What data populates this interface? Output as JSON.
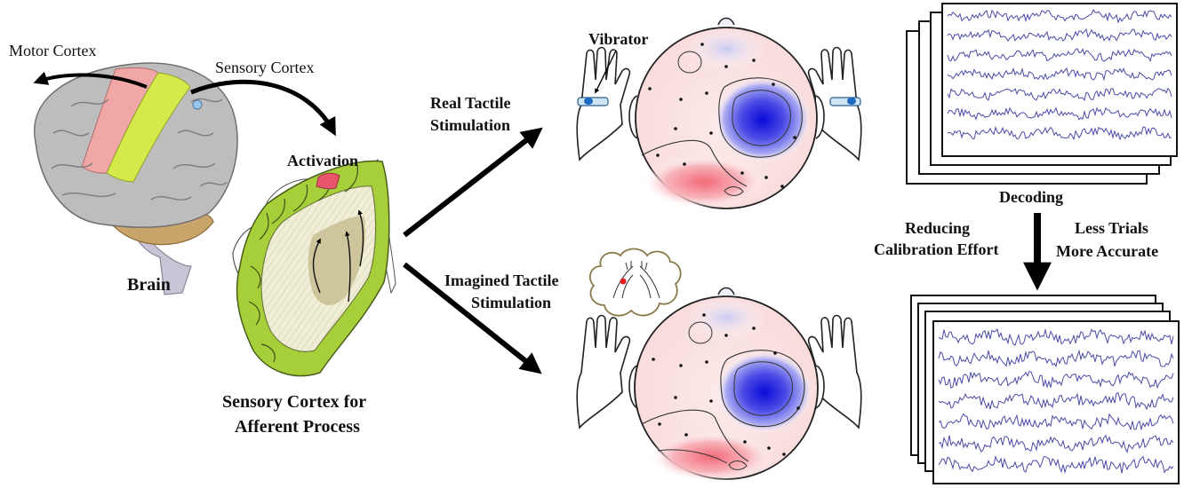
{
  "labels": {
    "motor_cortex": "Motor Cortex",
    "sensory_cortex": "Sensory Cortex",
    "brain": "Brain",
    "activation": "Activation",
    "sensory_afferent_line1": "Sensory Cortex for",
    "sensory_afferent_line2": "Afferent Process",
    "real_tactile_line1": "Real Tactile",
    "real_tactile_line2": "Stimulation",
    "imagined_tactile_line1": "Imagined Tactile",
    "imagined_tactile_line2": "Stimulation",
    "vibrator": "Vibrator",
    "decoding": "Decoding",
    "reducing_line1": "Reducing",
    "reducing_line2": "Calibration Effort",
    "less_trials_line1": "Less Trials",
    "less_trials_line2": "More Accurate"
  },
  "colors": {
    "brain_gray": "#b9b9b9",
    "motor_strip": "#f2a7a7",
    "sensory_strip": "#d6e94a",
    "cortex_green": "#a7cf3a",
    "activation_red": "#e8566b",
    "topo_blue": "#1a1ad6",
    "topo_red": "#f07a85",
    "eeg_trace": "#4a4aa8"
  },
  "icons": {
    "brain": "brain-illustration",
    "cortex": "cortex-cross-section",
    "head_real": "eeg-topomap-head",
    "head_imagined": "eeg-topomap-head",
    "hands": "raised-hands-icon",
    "thought_bubble": "thought-bubble-icon",
    "eeg_stack": "eeg-signal-stack"
  }
}
